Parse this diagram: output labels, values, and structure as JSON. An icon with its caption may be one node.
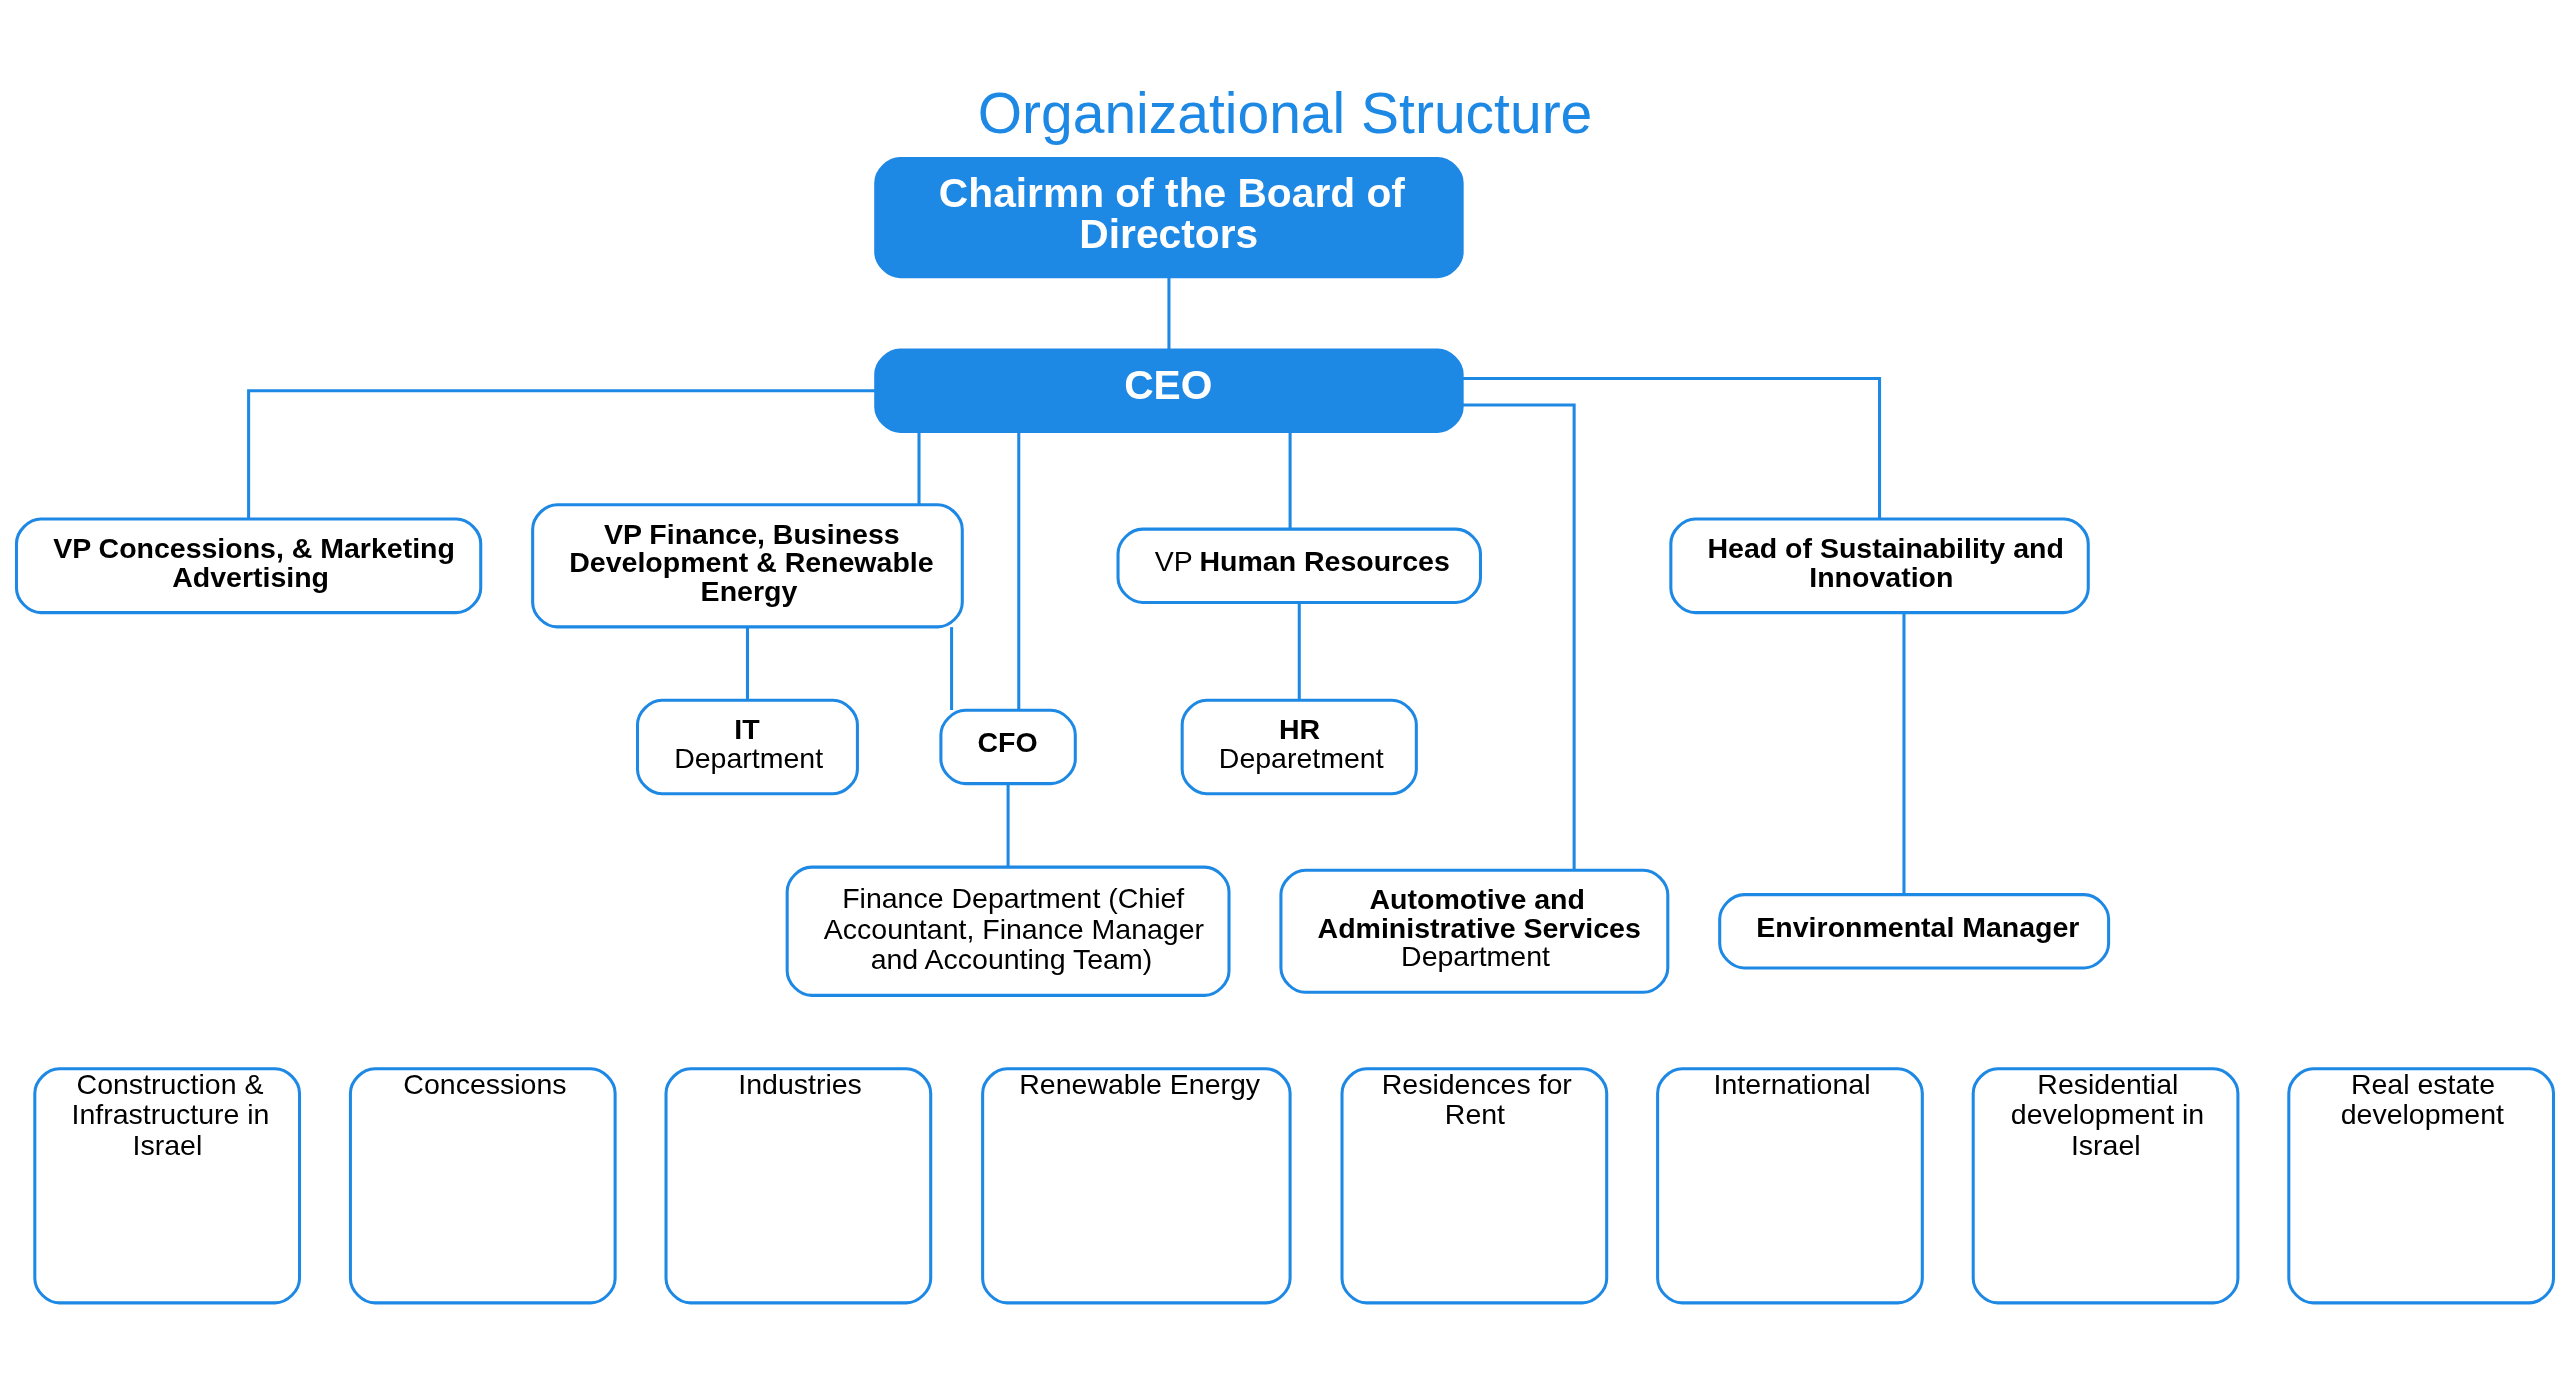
{
  "diagram": {
    "title": "Organizational Structure",
    "nodes": [
      {
        "text": [
          "Chairmn of the Board of Directors"
        ]
      },
      {
        "text": [
          "CEO"
        ]
      },
      {
        "text": [
          "VP Concessions, & Marketing Advertising"
        ]
      },
      {
        "text": [
          "VP Finance, Business Development & Renewable Energy"
        ]
      },
      {
        "text": [
          "VP **Human Resources**"
        ]
      },
      {
        "text": [
          "CFO"
        ]
      },
      {
        "text": [
          "Automotive and Administrative Services",
          "Department"
        ]
      },
      {
        "text": [
          "HR",
          "Deparetment"
        ]
      },
      {
        "text": [
          "Head of Sustainability and Innovation"
        ]
      },
      {
        "text": [
          "IT",
          "Department"
        ]
      },
      {
        "text": [
          "Finance Department (Chief Accountant, Finance Manager and Accounting Team)"
        ]
      },
      {
        "text": [
          "Environmental Manager"
        ]
      },
      {
        "text": [
          "Construction & Infrastructure in Israel"
        ]
      },
      {
        "text": [
          "Concessions"
        ]
      },
      {
        "text": [
          "Industries"
        ]
      },
      {
        "text": [
          "Renewable Energy"
        ]
      },
      {
        "text": [
          "Residences for Rent"
        ]
      },
      {
        "text": [
          "International"
        ]
      },
      {
        "text": [
          "Residential development in Israel"
        ]
      },
      {
        "text": [
          "Real estate development"
        ]
      }
    ],
    "edges": [
      {
        "from": 0,
        "to": 1,
        "arrow": "none"
      },
      {
        "from": 1,
        "to": 2,
        "arrow": "none"
      },
      {
        "from": 1,
        "to": 6,
        "arrow": "none"
      },
      {
        "from": 1,
        "to": 3,
        "arrow": "none"
      },
      {
        "from": 1,
        "to": 4,
        "arrow": "none"
      },
      {
        "from": 1,
        "to": 8,
        "arrow": "none"
      },
      {
        "from": 1,
        "to": 5,
        "arrow": "none"
      },
      {
        "from": 3,
        "to": 5,
        "arrow": "none"
      },
      {
        "from": 3,
        "to": 9,
        "arrow": "none"
      },
      {
        "from": 4,
        "to": 7,
        "arrow": "none"
      },
      {
        "from": 8,
        "to": 11,
        "arrow": "none"
      },
      {
        "from": 5,
        "to": 10,
        "arrow": "none"
      }
    ]
  }
}
